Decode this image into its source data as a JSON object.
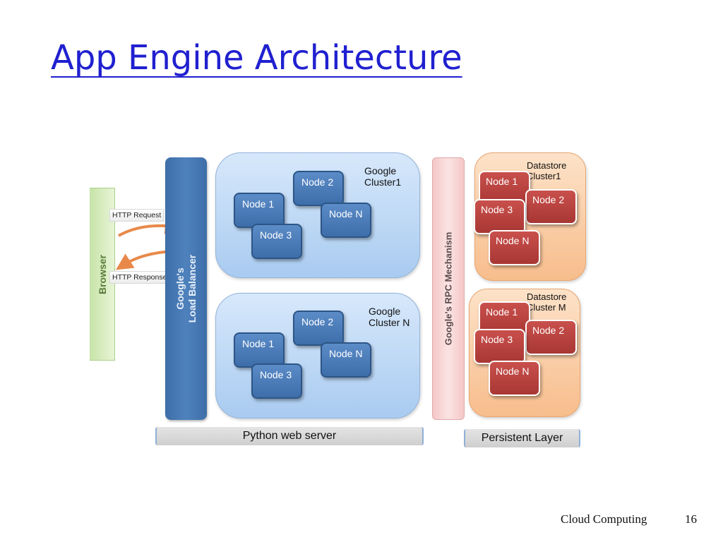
{
  "slide": {
    "title": "App Engine Architecture",
    "footer": "Cloud Computing",
    "page_number": "16"
  },
  "diagram": {
    "browser_label": "Browser",
    "load_balancer_label": "Google's\nLoad Balancer",
    "http_request_label": "HTTP Request",
    "http_response_label": "HTTP Response",
    "clusters": [
      {
        "label": "Google\nCluster1",
        "nodes": [
          "Node 1",
          "Node 2",
          "Node 3",
          "Node N"
        ]
      },
      {
        "label": "Google\nCluster N",
        "nodes": [
          "Node 1",
          "Node 2",
          "Node 3",
          "Node N"
        ]
      }
    ],
    "rpc_label": "Google's RPC Mechanism",
    "datastores": [
      {
        "label": "Datastore\nCluster1",
        "nodes": [
          "Node 1",
          "Node 2",
          "Node 3",
          "Node N"
        ]
      },
      {
        "label": "Datastore\nCluster M",
        "nodes": [
          "Node 1",
          "Node 2",
          "Node 3",
          "Node N"
        ]
      }
    ],
    "python_label": "Python web server",
    "persistent_label": "Persistent Layer",
    "colors": {
      "title": "#2020d0",
      "load_balancer": "#4a7ab5",
      "cluster": "#b8d4f2",
      "node": "#4a7bb8",
      "datastore": "#f9cba0",
      "datastore_node": "#b94340",
      "rpc": "#f6d2d2",
      "browser": "#d6ecbf",
      "arrow": "#e8894a"
    }
  }
}
